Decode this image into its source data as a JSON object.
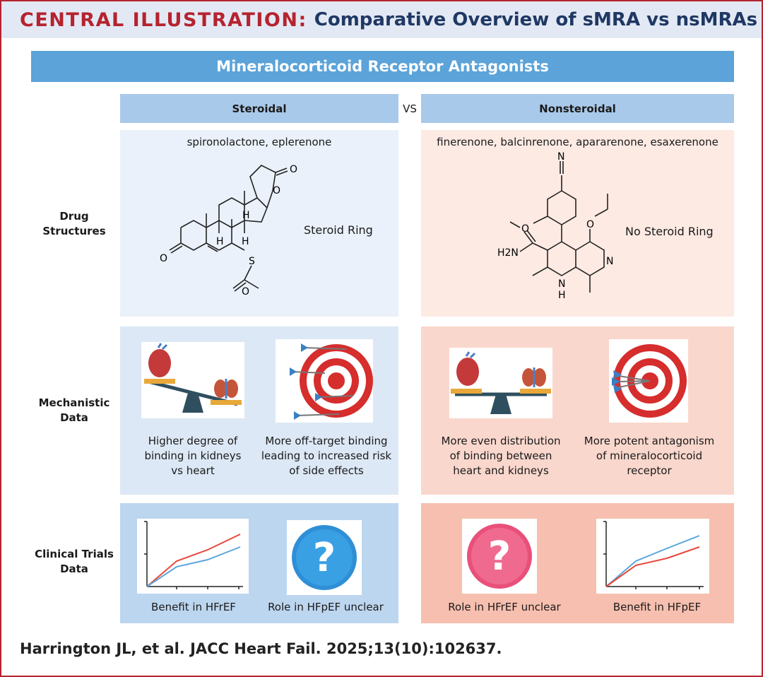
{
  "header": {
    "label": "CENTRAL ILLUSTRATION:",
    "title": "Comparative Overview of sMRA vs nsMRAs"
  },
  "banner": "Mineralocorticoid Receptor Antagonists",
  "columns": {
    "left": "Steroidal",
    "vs": "VS",
    "right": "Nonsteroidal"
  },
  "rows": {
    "structures": [
      "Drug",
      "Structures"
    ],
    "mechanistic": [
      "Mechanistic",
      "Data"
    ],
    "clinical": [
      "Clinical Trials",
      "Data"
    ]
  },
  "structures": {
    "left": {
      "drugs": "spironolactone, eplerenone",
      "ring_label": "Steroid Ring",
      "atoms": {
        "O": "O",
        "H": "H",
        "S": "S"
      }
    },
    "right": {
      "drugs": "finerenone, balcinrenone, apararenone, esaxerenone",
      "ring_label": "No Steroid Ring",
      "atoms": {
        "N": "N",
        "O": "O",
        "H": "H",
        "H2N": "H2N"
      }
    }
  },
  "mechanistic": {
    "left": {
      "caption1": [
        "Higher degree of",
        "binding in kidneys",
        "vs heart"
      ],
      "caption2": [
        "More off-target binding",
        "leading to increased risk",
        "of side effects"
      ]
    },
    "right": {
      "caption1": [
        "More even distribution",
        "of binding between",
        "heart and kidneys"
      ],
      "caption2": [
        "More potent antagonism",
        "of mineralocorticoid",
        "receptor"
      ]
    }
  },
  "clinical": {
    "left": {
      "chart_caption": "Benefit in HFrEF",
      "icon_caption": "Role in HFpEF unclear"
    },
    "right": {
      "icon_caption": "Role in HFrEF unclear",
      "chart_caption": "Benefit in HFpEF"
    },
    "question_mark": "?"
  },
  "colors": {
    "brand_red": "#b5232f",
    "navy": "#1f3864",
    "banner_blue": "#5ba3d9",
    "line_red": "#e8483c",
    "line_blue": "#5aa6dc"
  },
  "citation": "Harrington JL, et al. JACC Heart Fail. 2025;13(10):102637."
}
